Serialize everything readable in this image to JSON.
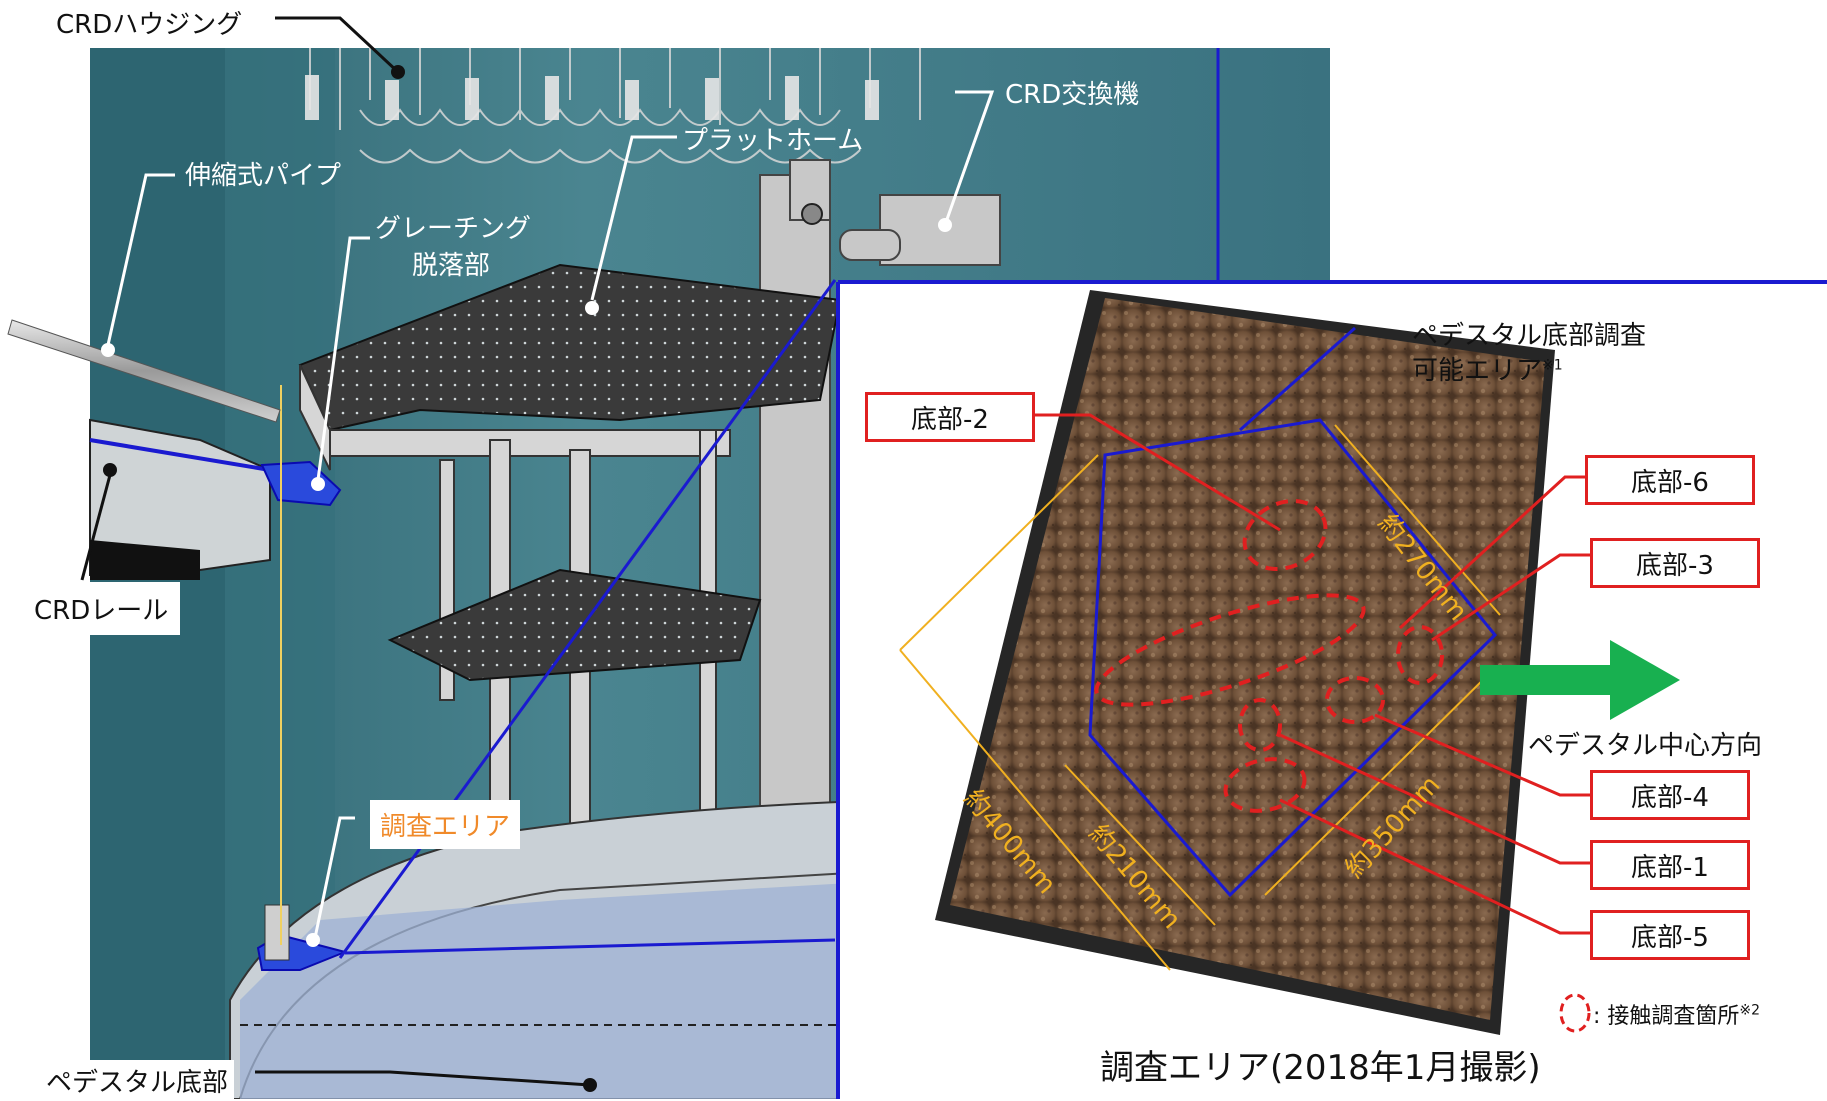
{
  "left_panel": {
    "labels": {
      "crd_housing": "CRDハウジング",
      "crd_exchanger": "CRD交換機",
      "telescopic_pipe": "伸縮式パイプ",
      "platform": "プラットホーム",
      "grating_missing_line1": "グレーチング",
      "grating_missing_line2": "脱落部",
      "crd_rail": "CRDレール",
      "survey_area": "調査エリア",
      "pedestal_bottom": "ペデスタル底部"
    }
  },
  "right_panel": {
    "survey_region_label_line1": "ペデスタル底部調査",
    "survey_region_label_line2": "可能エリア",
    "survey_region_note": "※1",
    "points": [
      "底部-2",
      "底部-6",
      "底部-3",
      "底部-4",
      "底部-1",
      "底部-5"
    ],
    "dimensions": [
      "約270mm",
      "約400mm",
      "約210mm",
      "約350mm"
    ],
    "direction_label": "ペデスタル中心方向",
    "legend_label": ": 接触調査箇所",
    "legend_note": "※2",
    "caption": "調査エリア(2018年1月撮影)"
  },
  "colors": {
    "teal": "#3e7480",
    "red": "#e02020",
    "blue": "#1a1ad0",
    "orange_label": "#f08a2a",
    "dimension": "#f0b020",
    "arrow_green": "#18b050",
    "ground": "#7a5a40"
  }
}
